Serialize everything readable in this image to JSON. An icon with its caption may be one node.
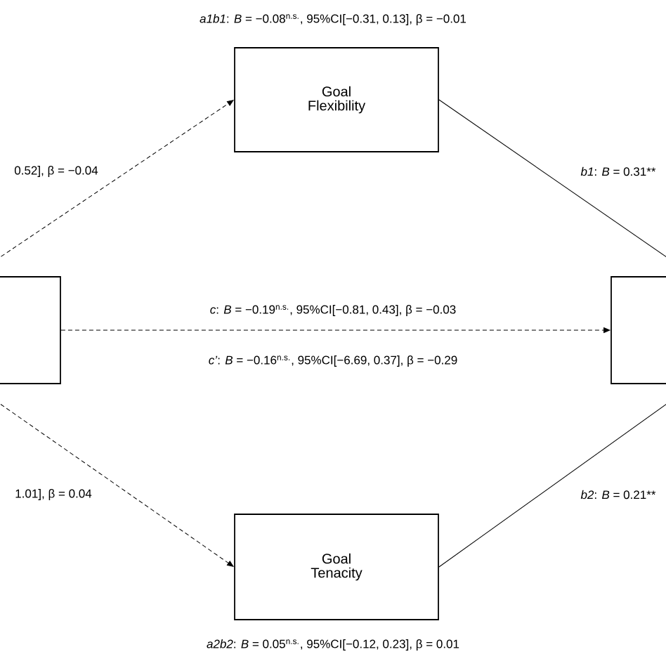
{
  "diagram": {
    "nodes": [
      {
        "text": [],
        "shape": "box"
      },
      {
        "text": [
          "Goal Flexibility"
        ]
      },
      {
        "text": [
          "Goal Tenacity"
        ]
      },
      {
        "text": [],
        "shape": "box"
      }
    ],
    "edges": [
      {
        "from": 0,
        "to": 1,
        "arrow": "to",
        "style": "dashed",
        "label": "0.52], β = −0.04"
      },
      {
        "from": 1,
        "to": 3,
        "arrow": "none",
        "label": "*b1*: *B* = 0.31**"
      },
      {
        "from": 0,
        "to": 3,
        "arrow": "to",
        "style": "dashed",
        "label": "*c*: *B* = −0.19$^{n.s.}$, 95%CI[−0.81, 0.43], β = −0.03"
      },
      {
        "from": 0,
        "to": 2,
        "arrow": "to",
        "style": "dashed",
        "label": "1.01], β = 0.04"
      },
      {
        "from": 2,
        "to": 3,
        "arrow": "none",
        "label": "*b2*: *B* = 0.21**"
      }
    ],
    "labels": [
      "*a1b1*: *B* = −0.08$^{n.s.}$, 95%CI[−0.31, 0.13], β = −0.01",
      "*c’*: *B* = −0.16$^{n.s.}$, 95%CI[−6.69, 0.37], β = −0.29",
      "*a2b2*: *B* = 0.05$^{n.s.}$, 95%CI[−0.12, 0.23], β = 0.01"
    ]
  }
}
